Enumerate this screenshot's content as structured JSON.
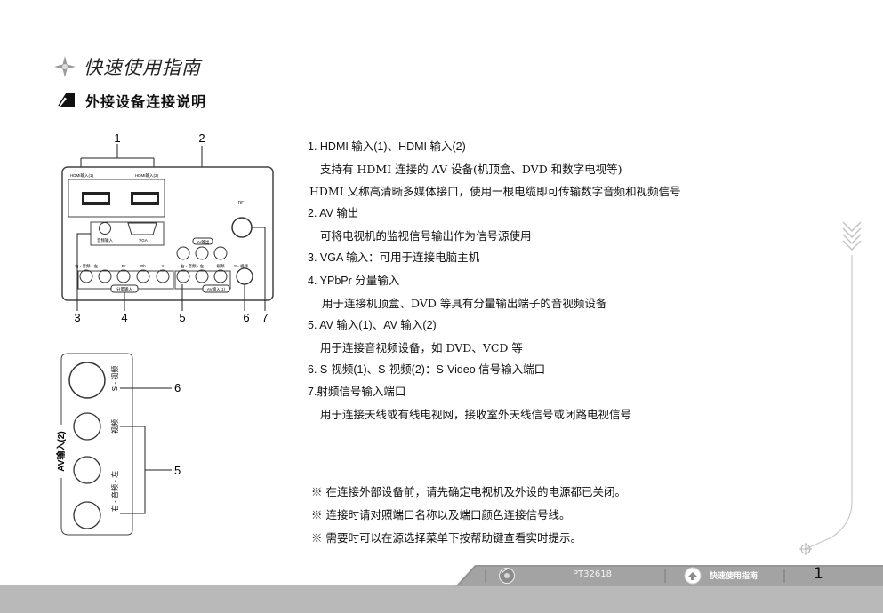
{
  "header": {
    "title": "快速使用指南",
    "subtitle": "外接设备连接说明"
  },
  "diagram": {
    "top_numbers": [
      "1",
      "2"
    ],
    "bottom_numbers": [
      "3",
      "4",
      "5",
      "6",
      "7"
    ],
    "hdmi1_label": "HDMI输入(1)",
    "hdmi2_label": "HDMI输入(2)",
    "rf_label": "RF",
    "audio_in_label": "音频输入",
    "vga_label": "VGA",
    "av_out_label": "AV输出",
    "component_port_labels": [
      "右 - 音频 - 左",
      "Pr",
      "Pb",
      "Y"
    ],
    "component_group_label": "分量输入",
    "av_port_labels": [
      "右 - 音频 - 左",
      "视频",
      "S - 视频"
    ],
    "av_group_label": "AV输入(1)",
    "side_panel_label": "AV输入(2)",
    "side_svideo_label": "S - 视频",
    "side_video_label": "视频",
    "side_audio_label": "右 - 音频 - 左",
    "side_callouts": [
      "6",
      "5"
    ]
  },
  "descriptions": [
    "1. HDMI 输入(1)、HDMI 输入(2)",
    "支持有 HDMI 连接的 AV 设备(机顶盒、DVD 和数字电视等)",
    "HDMI 又称高清晰多媒体接口，使用一根电缆即可传输数字音频和视频信号",
    "2. AV 输出",
    "可将电视机的监视信号输出作为信号源使用",
    "3. VGA 输入：可用于连接电脑主机",
    "4. YPbPr 分量输入",
    "用于连接机顶盒、DVD 等具有分量输出端子的音视频设备",
    "5. AV 输入(1)、AV 输入(2)",
    "用于连接音视频设备，如 DVD、VCD 等",
    "6. S-视频(1)、S-视频(2)：S-Video 信号输入端口",
    "7.射频信号输入端口",
    "用于连接天线或有线电视网，接收室外天线信号或闭路电视信号"
  ],
  "notes": [
    "※  在连接外部设备前，请先确定电视机及外设的电源都已关闭。",
    "※  连接时请对照端口名称以及端口颜色连接信号线。",
    "※  需要时可以在源选择菜单下按帮助键查看实时提示。"
  ],
  "footer": {
    "model": "PT32618",
    "guide": "快速使用指南",
    "page": "1"
  },
  "icons": [
    "sparkle-icon",
    "note-pen-icon",
    "disc-icon",
    "hand-icon",
    "chevrons-down-icon",
    "crosshair-icon"
  ]
}
